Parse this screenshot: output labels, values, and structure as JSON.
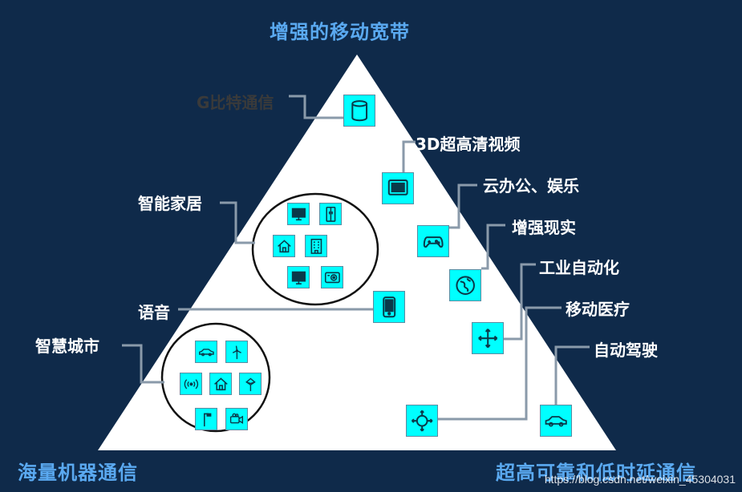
{
  "apex_title": "增强的移动宽带",
  "bottom_left_title": "海量机器通信",
  "bottom_right_title": "超高可靠和低时延通信",
  "labels": {
    "gbit": "G比特通信",
    "uhd": "3D超高清视频",
    "cloud": "云办公、娱乐",
    "ar": "增强现实",
    "smart_home": "智能家居",
    "industry": "工业自动化",
    "voice": "语音",
    "medical": "移动医疗",
    "smart_city": "智慧城市",
    "autodrive": "自动驾驶"
  },
  "colors": {
    "background": "#0f2a4a",
    "triangle": "#ffffff",
    "icon_fill": "#00ffff",
    "title_blue": "#5aa9f0",
    "connector": "#8a9aaa"
  },
  "icons": {
    "gbit": "database-icon",
    "uhd": "tablet-screen-icon",
    "cloud": "gamepad-icon",
    "ar": "globe-icon",
    "voice": "smartphone-icon",
    "industry": "arrows-cross-icon",
    "medical": "compass-icon",
    "autodrive": "car-icon"
  },
  "watermark": "https://blog.csdn.net/weixin_45304031"
}
